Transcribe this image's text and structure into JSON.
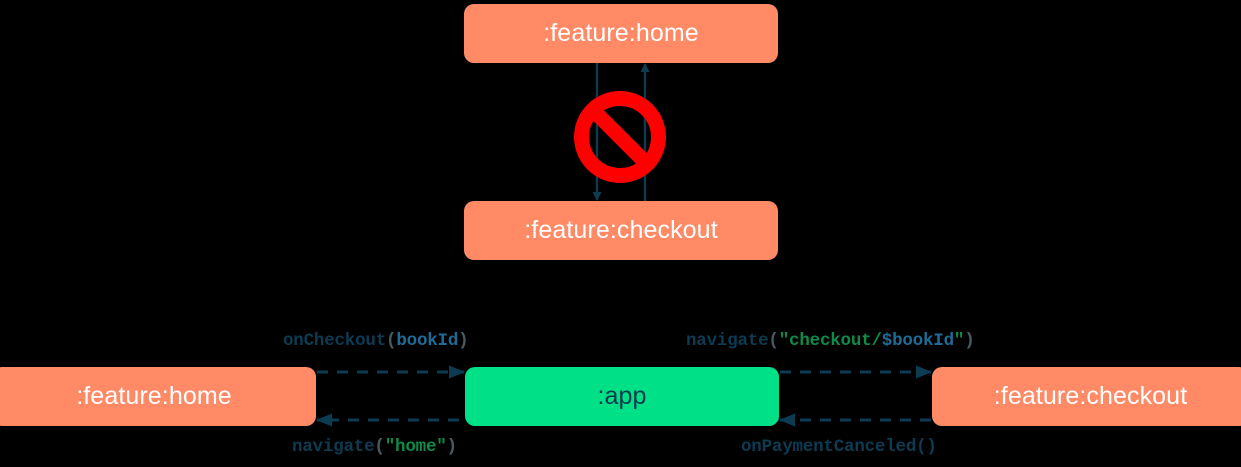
{
  "diagram": {
    "type": "module-dependency-and-navigation",
    "colors": {
      "module_feature": "#ff8a65",
      "module_app": "#00e187",
      "edge": "#0d3b52",
      "forbidden": "#ff0000",
      "string_literal": "#0e8a4a",
      "variable": "#1f6b96",
      "punctuation": "#4a5a63",
      "background": "#000000"
    },
    "top_panel": {
      "nodes": [
        {
          "id": "top-home",
          "label": ":feature:home",
          "style": "salmon"
        },
        {
          "id": "top-checkout",
          "label": ":feature:checkout",
          "style": "salmon"
        }
      ],
      "edges": [
        {
          "from": "top-home",
          "to": "top-checkout",
          "style": "solid",
          "direction": "down"
        },
        {
          "from": "top-checkout",
          "to": "top-home",
          "style": "solid",
          "direction": "up"
        }
      ],
      "annotation": {
        "icon": "no-entry-icon",
        "meaning": "forbidden dependency"
      }
    },
    "bottom_panel": {
      "nodes": [
        {
          "id": "bot-home",
          "label": ":feature:home",
          "style": "salmon"
        },
        {
          "id": "bot-app",
          "label": ":app",
          "style": "green"
        },
        {
          "id": "bot-checkout",
          "label": ":feature:checkout",
          "style": "salmon"
        }
      ],
      "edges": [
        {
          "from": "bot-home",
          "to": "bot-app",
          "style": "dashed",
          "direction": "right",
          "label_id": "label-oncheckout",
          "label_plain": "onCheckout(bookId)",
          "tokens": [
            {
              "text": "onCheckout",
              "kind": "fn"
            },
            {
              "text": "(",
              "kind": "punct"
            },
            {
              "text": "bookId",
              "kind": "var"
            },
            {
              "text": ")",
              "kind": "punct"
            }
          ]
        },
        {
          "from": "bot-app",
          "to": "bot-checkout",
          "style": "dashed",
          "direction": "right",
          "label_id": "label-navigate-checkout",
          "label_plain": "navigate(\"checkout/$bookId\")",
          "tokens": [
            {
              "text": "navigate",
              "kind": "fn"
            },
            {
              "text": "(",
              "kind": "punct"
            },
            {
              "text": "\"checkout/",
              "kind": "str"
            },
            {
              "text": "$bookId",
              "kind": "var"
            },
            {
              "text": "\"",
              "kind": "str"
            },
            {
              "text": ")",
              "kind": "punct"
            }
          ]
        },
        {
          "from": "bot-app",
          "to": "bot-home",
          "style": "dashed",
          "direction": "left",
          "label_id": "label-navigate-home",
          "label_plain": "navigate(\"home\")",
          "tokens": [
            {
              "text": "navigate",
              "kind": "fn"
            },
            {
              "text": "(",
              "kind": "punct"
            },
            {
              "text": "\"home\"",
              "kind": "str"
            },
            {
              "text": ")",
              "kind": "punct"
            }
          ]
        },
        {
          "from": "bot-checkout",
          "to": "bot-app",
          "style": "dashed",
          "direction": "left",
          "label_id": "label-onpaymentcancel",
          "label_plain": "onPaymentCanceled()",
          "tokens": [
            {
              "text": "onPaymentCanceled()",
              "kind": "fn"
            }
          ]
        }
      ]
    }
  }
}
